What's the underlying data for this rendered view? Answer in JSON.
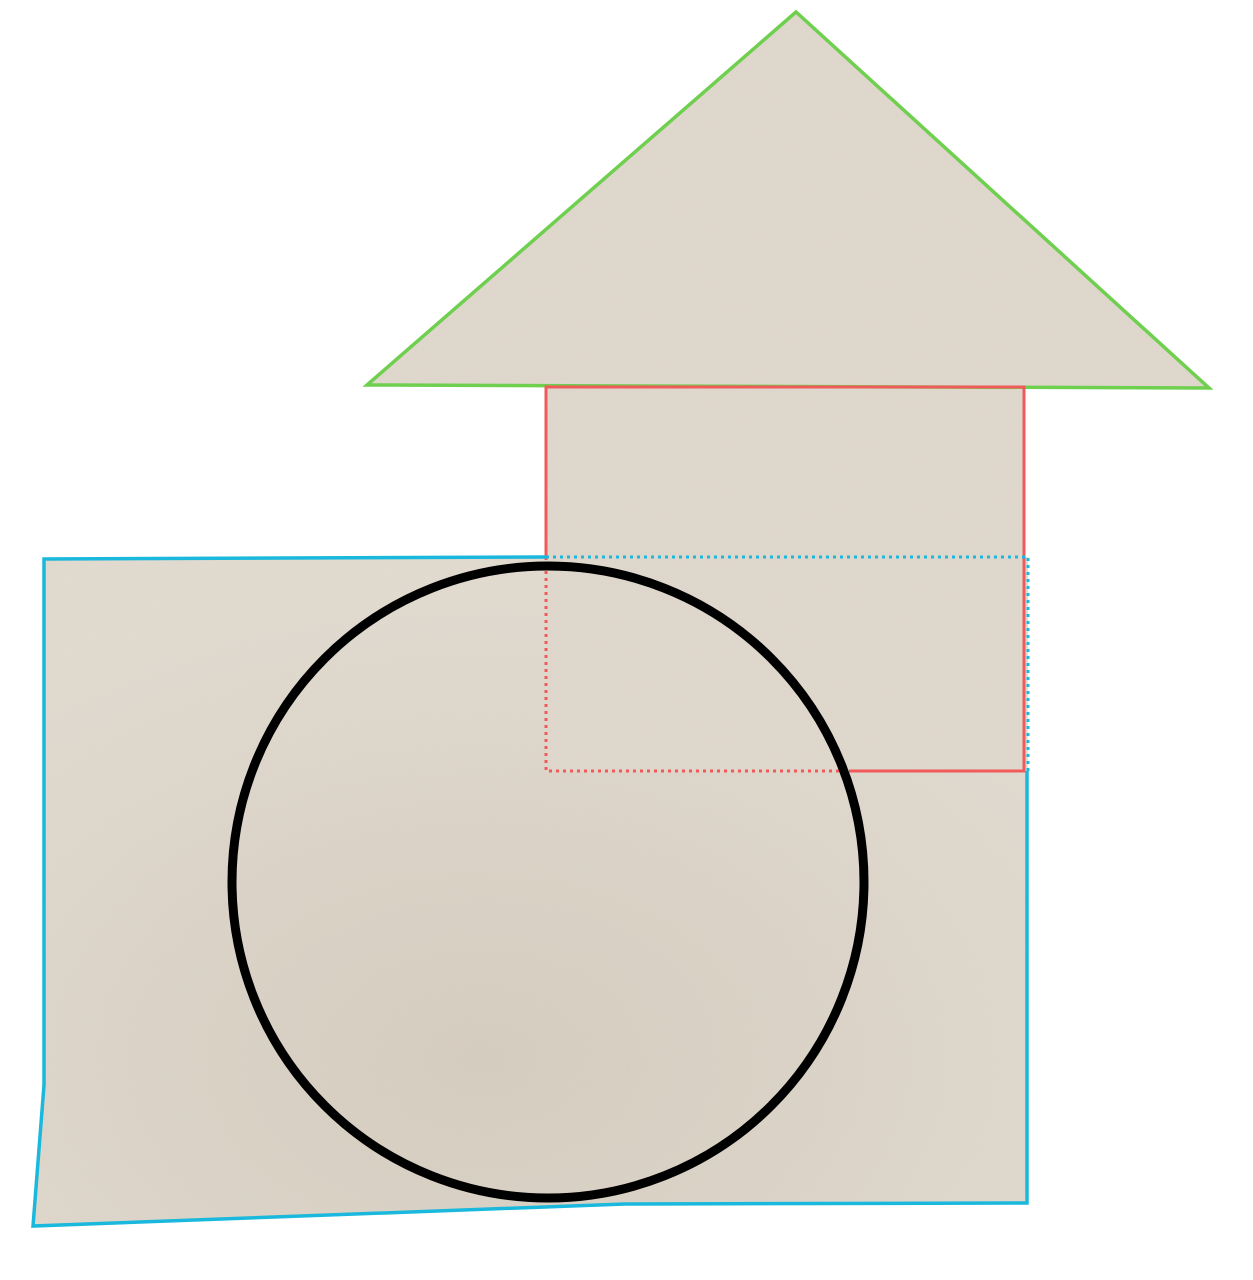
{
  "colors": {
    "background": "#ffffff",
    "paper_fill": "#e2dacf",
    "triangle_stroke": "#6fcf4f",
    "square_stroke": "#f05a5a",
    "rectangle_stroke": "#1ab8dc",
    "circle_stroke": "#000000"
  },
  "shapes": {
    "triangle": {
      "kind": "triangle",
      "outline": "solid"
    },
    "square": {
      "kind": "square",
      "outline": "solid",
      "hidden_edges": "dotted"
    },
    "rectangle": {
      "kind": "rectangle",
      "outline": "solid",
      "hidden_edges": "dotted"
    },
    "circle": {
      "kind": "circle",
      "outline": "solid"
    }
  }
}
